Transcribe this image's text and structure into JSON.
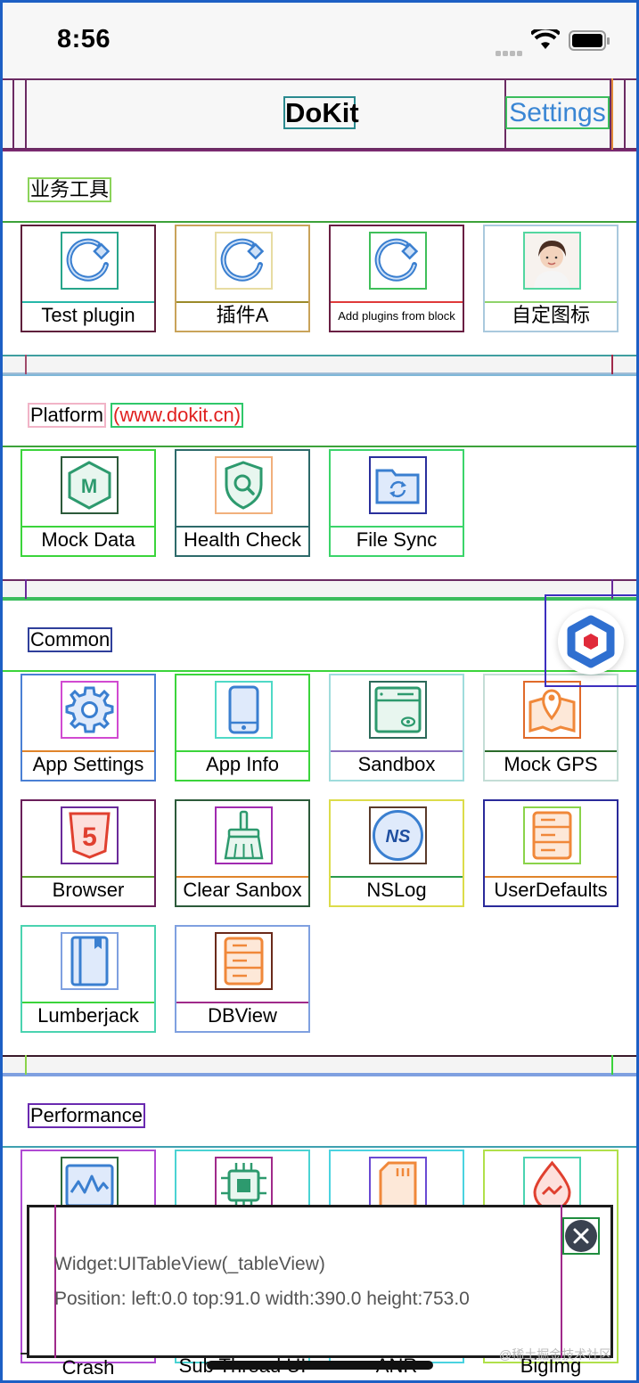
{
  "status_bar": {
    "time": "8:56"
  },
  "nav": {
    "title": "DoKit",
    "settings_label": "Settings"
  },
  "sections": {
    "business": {
      "title": "业务工具",
      "items": [
        "Test plugin",
        "插件A",
        "Add plugins from block",
        "自定图标"
      ]
    },
    "platform": {
      "title": "Platform",
      "link": "(www.dokit.cn)",
      "items": [
        "Mock Data",
        "Health Check",
        "File Sync"
      ]
    },
    "common": {
      "title": "Common",
      "items": [
        "App Settings",
        "App Info",
        "Sandbox",
        "Mock GPS",
        "Browser",
        "Clear Sanbox",
        "NSLog",
        "UserDefaults",
        "Lumberjack",
        "DBView"
      ]
    },
    "performance": {
      "title": "Performance",
      "items": [
        "Crash",
        "Sub Thread UI",
        "ANR",
        "BigImg"
      ]
    }
  },
  "info_panel": {
    "widget": "Widget:UITableView(_tableView)",
    "position": "Position: left:0.0  top:91.0  width:390.0  height:753.0"
  },
  "watermark": "@稀土掘金技术社区",
  "colors": {
    "link": "#e0201f",
    "accent": "#3a86d4",
    "icon_blue": "#3a7fd0",
    "icon_green": "#2d9a6e",
    "icon_orange": "#f0883a",
    "icon_red": "#e0402f"
  }
}
